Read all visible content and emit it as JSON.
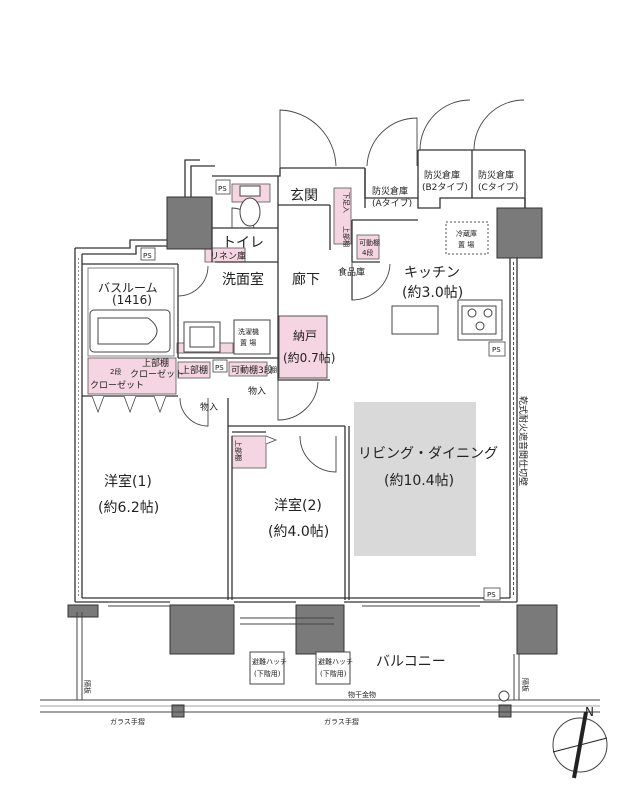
{
  "rooms": {
    "entrance": "玄関",
    "toilet": "トイレ",
    "bathroom": "バスルーム",
    "bathroom_size": "(1416)",
    "washroom": "洗面室",
    "corridor": "廊下",
    "kitchen": "キッチン",
    "kitchen_size": "(約3.0帖)",
    "storage": "納戸",
    "storage_size": "(約0.7帖)",
    "living": "リビング・ダイニング",
    "living_size": "(約10.4帖)",
    "bedroom1": "洋室(1)",
    "bedroom1_size": "(約6.2帖)",
    "bedroom2": "洋室(2)",
    "bedroom2_size": "(約4.0帖)",
    "balcony": "バルコニー"
  },
  "storerooms": {
    "a_line1": "防災倉庫",
    "a_line2": "(Aタイプ)",
    "b_line1": "防災倉庫",
    "b_line2": "(B2タイプ)",
    "c_line1": "防災倉庫",
    "c_line2": "(Cタイプ)"
  },
  "fixtures": {
    "ps": "PS",
    "linen": "リネン庫",
    "fridge_line1": "冷蔵庫",
    "fridge_line2": "置 場",
    "pantry": "食品庫",
    "shelf_line1": "可動棚",
    "shelf_line2": "4段",
    "washer_line1": "洗濯機",
    "washer_line2": "置 場",
    "closet_label": "クローゼット",
    "closet_prefix": "2段",
    "upper_shelf": "上部棚",
    "upper_closet": "上部棚",
    "upper_closet2": "クローゼット",
    "shelf3": "可動棚3段",
    "shoe": "下足入",
    "upper_cab": "上部棚",
    "upper_cab2": "上部棚",
    "storein": "物入",
    "storein2": "物入",
    "tana": "棚",
    "partition": "乾式耐火遮音間仕切壁",
    "hatch1_line1": "避難ハッチ",
    "hatch1_line2": "(下階用)",
    "hatch2_line1": "避難ハッチ",
    "hatch2_line2": "(下階用)",
    "dryer": "物干金物",
    "glass_rail1": "ガラス手摺",
    "glass_rail2": "ガラス手摺",
    "divider1": "隔板",
    "divider2": "隔板",
    "north": "N"
  }
}
